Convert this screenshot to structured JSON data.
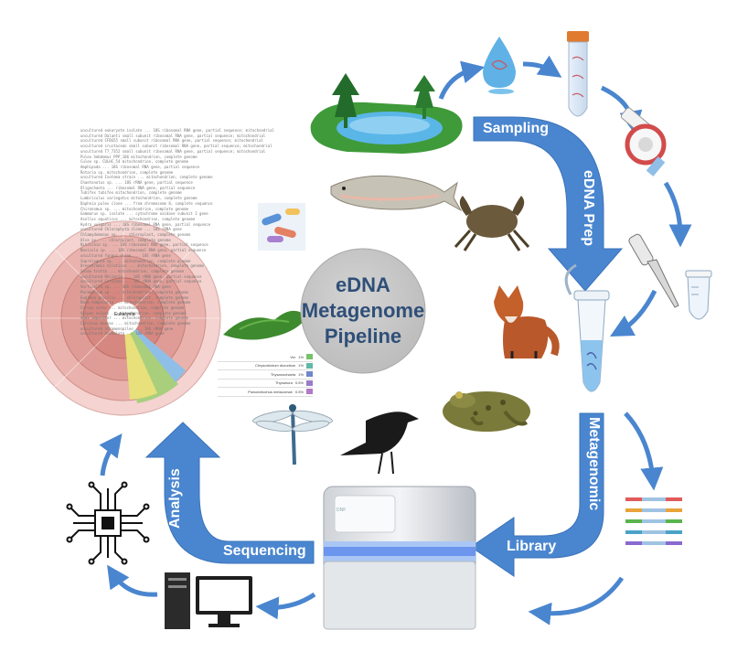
{
  "diagram": {
    "center_title_lines": [
      "eDNA",
      "Metagenome",
      "Pipeline"
    ],
    "arrow_labels": {
      "sampling": "Sampling",
      "edna_prep": "eDNA Prep",
      "metagenomic": "Metagenomic",
      "library": "Library",
      "sequencing": "Sequencing",
      "analysis": "Analysis"
    },
    "krona_center_label": "Eukaryota",
    "instrument_logo": "DNF",
    "text_block_lines": [
      "uncultured eukaryote isolate ... 18S ribosomal RNA gene, partial sequence; mitochondrial",
      "uncultured Dalanti small subunit ribosomal RNA gene, partial sequence; mitochondrial",
      "uncultured CFBG55 small subunit ribosomal RNA gene, partial sequence; mitochondrial",
      "uncultured crustacean small subunit ribosomal RNA gene, partial sequence; mitochondrial",
      "uncultured T7_7352 small subunit ribosomal RNA gene, partial sequence; mitochondrial",
      "Pulex hebdomus PPP_106 mitochondrion, complete genome",
      "Culex sp. CULHC_54 mitochondrion, complete genome",
      "Amphipoda ... 18S ribosomal RNA gene, partial sequence",
      "Rotaria sp. mitochondrion, complete genome",
      "uncultured Isotoma strain ... mitochondrion, complete genome",
      "Chaetonotus sp. ... 18S rRNA gene, partial sequence",
      "Oligochaeta ... ribosomal RNA gene, partial sequence",
      "Tubifex tubifex mitochondrion, complete genome",
      "Lumbriculus variegatus mitochondrion, complete genome",
      "Daphnia pulex clone ... from chromosome 8, complete sequence",
      "Chironomus sp. ... mitochondrion, complete genome",
      "Gammarus sp. isolate ... cytochrome oxidase subunit I gene",
      "Asellus aquaticus ... mitochondrion, complete genome",
      "Hydra vulgaris ... 18S ribosomal RNA gene, partial sequence",
      "uncultured Chlorophyta clone ... 18S rRNA gene",
      "Chlamydomonas sp. ... chloroplast, complete genome",
      "Ulva sp. ... chloroplast, complete genome",
      "Nitzschia sp. ... 18S ribosomal RNA gene, partial sequence",
      "Navicula sp. ... 18S ribosomal RNA gene, partial sequence",
      "uncultured fungus clone ... 18S rRNA gene",
      "Saprolegnia sp. ... mitochondrion, complete genome",
      "Oreochromis niloticus ... mitochondrion, complete genome",
      "Salmo trutta ... mitochondrion, complete genome",
      "uncultured Rhizaria ... 18S rRNA gene, partial sequence",
      "uncultured Cercozoa ... 18S rRNA gene, partial sequence",
      "Vorticella sp. ... 18S ribosomal RNA gene",
      "Paramecium sp. ... mitochondrion, complete genome",
      "Euglena gracilis ... chloroplast, complete genome",
      "Rana temporaria ... mitochondrion, complete genome",
      "Corvus corax ... mitochondrion, complete genome",
      "Vulpes vulpes ... mitochondrion, complete genome",
      "Anax imperator ... mitochondrion, complete genome",
      "Carcinus maenas ... mitochondrion, complete genome",
      "uncultured Stramenopiles ... 18S rRNA gene",
      "uncultured Alveolata ... 18S rRNA gene"
    ],
    "legend_rows": [
      {
        "label": "Ver",
        "pct": "1%",
        "color": "#79c26a"
      },
      {
        "label": "Chrysotrichum dicrodium",
        "pct": "1%",
        "color": "#5fb8a8"
      },
      {
        "label": "Thysanochaeta",
        "pct": "1%",
        "color": "#6f86c9"
      },
      {
        "label": "Thysanura",
        "pct": "0.5%",
        "color": "#9a7bc8"
      },
      {
        "label": "Pseudotrochus metacomae",
        "pct": "0.5%",
        "color": "#b07ac4"
      }
    ],
    "colors": {
      "arrow_blue": "#4a86cf",
      "center_circle": "#c9c9c9",
      "center_text": "#2f4f78"
    },
    "icons": [
      "pond-icon",
      "water-droplet-icon",
      "sample-tube-icon",
      "syringe-filter-icon",
      "pipette-icon",
      "microtube-icon",
      "fish-icon",
      "crab-icon",
      "fox-icon",
      "frog-icon",
      "raven-icon",
      "dragonfly-icon",
      "seaweed-icon",
      "bacteria-icon",
      "krona-chart",
      "sequence-reads-icon",
      "sequencer-instrument-icon",
      "computer-icon",
      "circuit-chip-icon"
    ]
  }
}
